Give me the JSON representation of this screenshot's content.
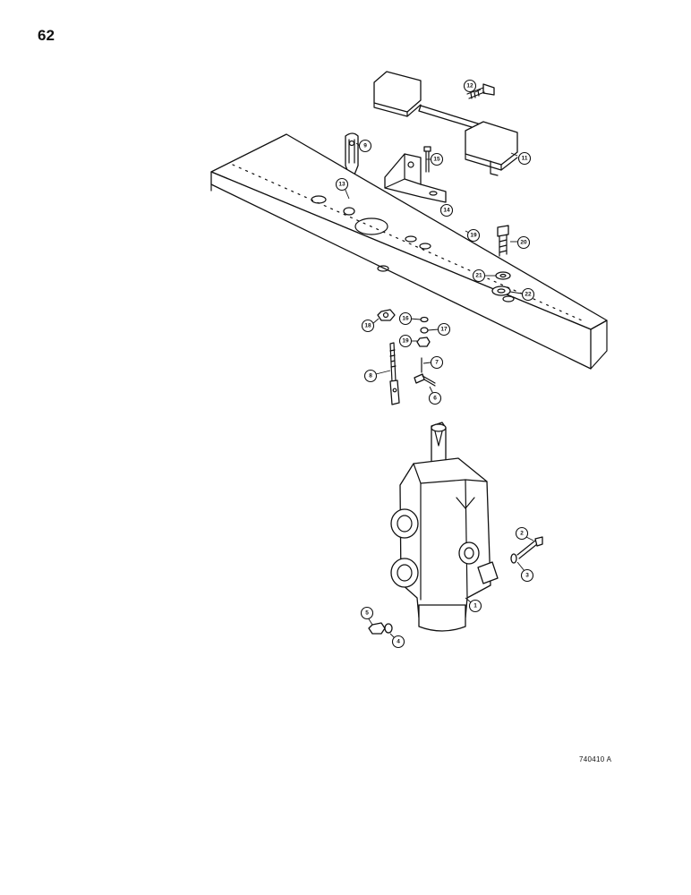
{
  "page": {
    "number": "62",
    "figure_code": "740410 A"
  },
  "callouts": [
    "1",
    "2",
    "3",
    "4",
    "5",
    "6",
    "7",
    "8",
    "9",
    "11",
    "12",
    "13",
    "14",
    "15",
    "16",
    "17",
    "18",
    "19",
    "20",
    "21",
    "22"
  ]
}
